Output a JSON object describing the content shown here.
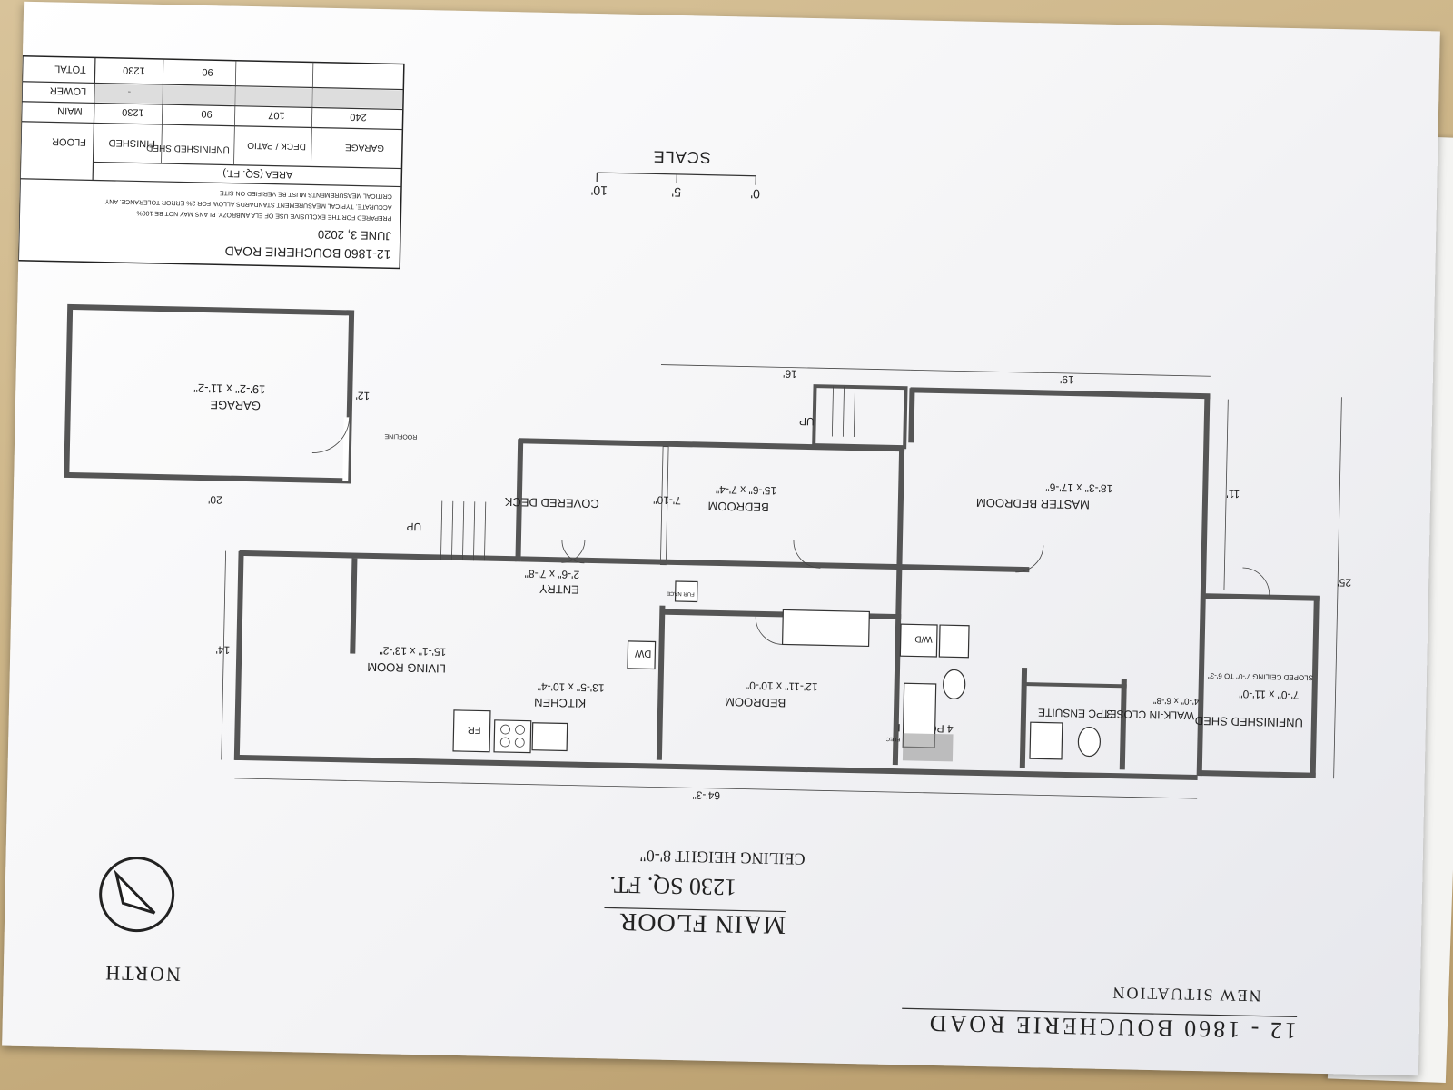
{
  "title_block": {
    "address": "12-1860 BOUCHERIE ROAD",
    "date": "JUNE 3, 2020",
    "disclaimer": [
      "PREPARED FOR THE EXCLUSIVE USE OF ELA AMBROZY. PLANS MAY NOT BE 100%",
      "ACCURATE. TYPICAL MEASUREMENT STANDARDS ALLOW FOR 2% ERROR TOLERANCE. ANY",
      "CRITICAL MEASUREMENTS MUST BE VERIFIED ON SITE"
    ],
    "area_header": "AREA (SQ. FT.)",
    "columns": [
      "FLOOR",
      "FINISHED",
      "UNFINISHED SHED",
      "DECK / PATIO",
      "GARAGE"
    ],
    "rows": [
      {
        "floor": "MAIN",
        "finished": "1230",
        "shed": "90",
        "deck": "107",
        "garage": "240"
      },
      {
        "floor": "LOWER",
        "finished": "-",
        "shed": "",
        "deck": "",
        "garage": ""
      },
      {
        "floor": "TOTAL",
        "finished": "1230",
        "shed": "90",
        "deck": "",
        "garage": ""
      }
    ]
  },
  "scale": {
    "label": "SCALE",
    "ticks": [
      "0'",
      "5'",
      "10'"
    ]
  },
  "rooms": [
    {
      "name": "GARAGE",
      "dims": "19'-2\" x 11'-2\""
    },
    {
      "name": "COVERED DECK",
      "dims": ""
    },
    {
      "name": "BEDROOM",
      "dims": "15'-6\" x 7'-4\""
    },
    {
      "name": "MASTER BEDROOM",
      "dims": "18'-3\" x 17'-6\""
    },
    {
      "name": "LIVING ROOM",
      "dims": "15'-1\" x 13'-2\""
    },
    {
      "name": "ENTRY",
      "dims": "2'-6\" x 7'-8\""
    },
    {
      "name": "KITCHEN",
      "dims": "13'-5\" x 10'-4\""
    },
    {
      "name": "BEDROOM",
      "dims": "12'-11\" x 10'-0\""
    },
    {
      "name": "4 PC BATH",
      "dims": ""
    },
    {
      "name": "3 PC ENSUITE",
      "dims": ""
    },
    {
      "name": "WALK-IN CLOSET",
      "dims": "4'-0\" x 6'-8\""
    },
    {
      "name": "UNFINISHED SHED",
      "dims": "7'-0\" x 11'-0\"",
      "note": "SLOPED CEILING 7'-0\" TO 6'-3\""
    }
  ],
  "labels": {
    "fixtures": {
      "dw": "DW",
      "fr": "FR",
      "wd": "W/D",
      "furnace": "FUR NACE",
      "elec": "ELEC",
      "roofline": "ROOFLINE"
    },
    "up": [
      "UP",
      "UP"
    ],
    "dims": {
      "garage_w": "20'",
      "garage_h": "12'",
      "top_left": "16'",
      "top_right": "19'",
      "right": "25'",
      "right_inner": "11'",
      "left": "14'",
      "bottom": "64'-3\"",
      "deck_h": "7'-10\""
    }
  },
  "footer": {
    "floor": "MAIN FLOOR",
    "area": "1230 SQ. FT.",
    "ceiling": "CEILING HEIGHT 8'-0\"",
    "north": "NORTH",
    "address": "12 - 1860 BOUCHERIE ROAD",
    "subtitle": "NEW SITUATION"
  }
}
